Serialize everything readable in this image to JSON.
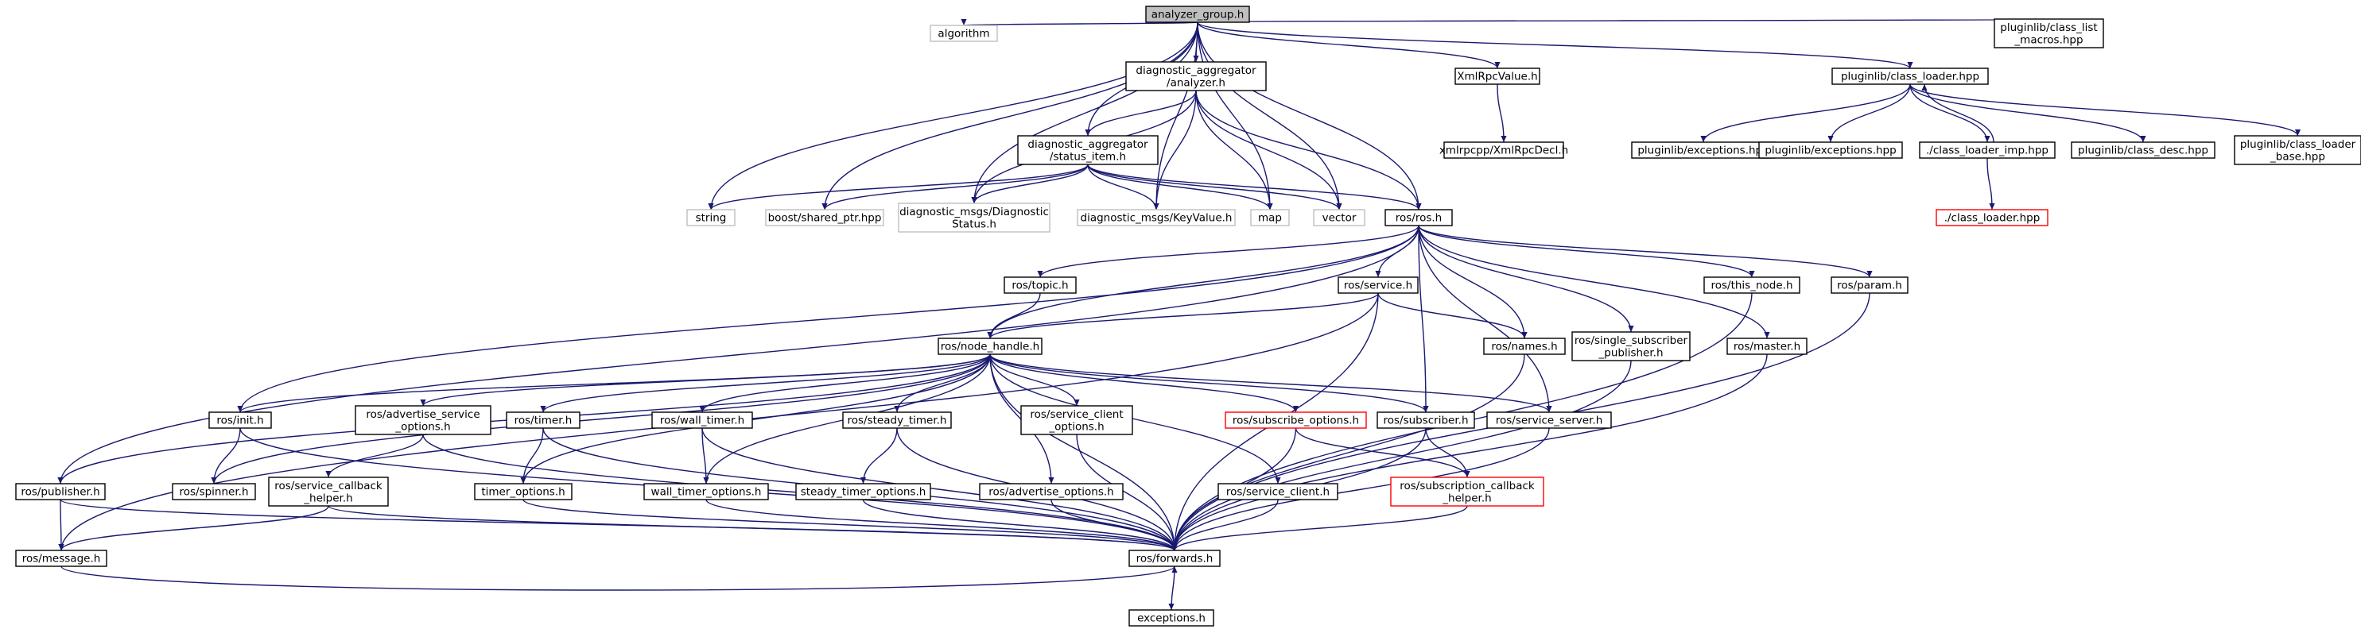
{
  "colors": {
    "edge": "#191970",
    "node_border": "#000000",
    "missing_border": "#bfbfbf",
    "truncated_border": "#ff0000",
    "root_fill": "#bfbfbf",
    "node_fill": "#ffffff"
  },
  "nodes": [
    {
      "id": "analyzer_group",
      "lines": [
        "analyzer_group.h"
      ],
      "kind": "root"
    },
    {
      "id": "class_list_macros",
      "lines": [
        "pluginlib/class_list",
        "_macros.hpp"
      ],
      "kind": "normal"
    },
    {
      "id": "algorithm",
      "lines": [
        "algorithm"
      ],
      "kind": "missing"
    },
    {
      "id": "da_analyzer",
      "lines": [
        "diagnostic_aggregator",
        "/analyzer.h"
      ],
      "kind": "normal"
    },
    {
      "id": "xmlrpcvalue",
      "lines": [
        "XmlRpcValue.h"
      ],
      "kind": "normal"
    },
    {
      "id": "class_loader_hpp",
      "lines": [
        "pluginlib/class_loader.hpp"
      ],
      "kind": "normal"
    },
    {
      "id": "da_status_item",
      "lines": [
        "diagnostic_aggregator",
        "/status_item.h"
      ],
      "kind": "normal"
    },
    {
      "id": "xmlrpcdecl",
      "lines": [
        "xmlrpcpp/XmlRpcDecl.h"
      ],
      "kind": "normal"
    },
    {
      "id": "pl_exceptions1",
      "lines": [
        "pluginlib/exceptions.hpp"
      ],
      "kind": "normal"
    },
    {
      "id": "pl_exceptions2",
      "lines": [
        "pluginlib/exceptions.hpp"
      ],
      "kind": "normal"
    },
    {
      "id": "class_loader_imp",
      "lines": [
        "./class_loader_imp.hpp"
      ],
      "kind": "normal"
    },
    {
      "id": "class_desc",
      "lines": [
        "pluginlib/class_desc.hpp"
      ],
      "kind": "normal"
    },
    {
      "id": "class_loader_base",
      "lines": [
        "pluginlib/class_loader",
        "_base.hpp"
      ],
      "kind": "normal"
    },
    {
      "id": "string",
      "lines": [
        "string"
      ],
      "kind": "missing"
    },
    {
      "id": "shared_ptr",
      "lines": [
        "boost/shared_ptr.hpp"
      ],
      "kind": "missing"
    },
    {
      "id": "diag_status",
      "lines": [
        "diagnostic_msgs/Diagnostic",
        "Status.h"
      ],
      "kind": "missing"
    },
    {
      "id": "keyvalue",
      "lines": [
        "diagnostic_msgs/KeyValue.h"
      ],
      "kind": "missing"
    },
    {
      "id": "map",
      "lines": [
        "map"
      ],
      "kind": "missing"
    },
    {
      "id": "vector",
      "lines": [
        "vector"
      ],
      "kind": "missing"
    },
    {
      "id": "ros_ros",
      "lines": [
        "ros/ros.h"
      ],
      "kind": "normal"
    },
    {
      "id": "class_loader_h",
      "lines": [
        "./class_loader.hpp"
      ],
      "kind": "truncated"
    },
    {
      "id": "ros_topic",
      "lines": [
        "ros/topic.h"
      ],
      "kind": "normal"
    },
    {
      "id": "ros_service",
      "lines": [
        "ros/service.h"
      ],
      "kind": "normal"
    },
    {
      "id": "ros_this_node",
      "lines": [
        "ros/this_node.h"
      ],
      "kind": "normal"
    },
    {
      "id": "ros_param",
      "lines": [
        "ros/param.h"
      ],
      "kind": "normal"
    },
    {
      "id": "ros_names",
      "lines": [
        "ros/names.h"
      ],
      "kind": "normal"
    },
    {
      "id": "ros_single_sub",
      "lines": [
        "ros/single_subscriber",
        "_publisher.h"
      ],
      "kind": "normal"
    },
    {
      "id": "ros_master",
      "lines": [
        "ros/master.h"
      ],
      "kind": "normal"
    },
    {
      "id": "ros_node_handle",
      "lines": [
        "ros/node_handle.h"
      ],
      "kind": "normal"
    },
    {
      "id": "ros_init",
      "lines": [
        "ros/init.h"
      ],
      "kind": "normal"
    },
    {
      "id": "ros_adv_srv_opt",
      "lines": [
        "ros/advertise_service",
        "_options.h"
      ],
      "kind": "normal"
    },
    {
      "id": "ros_timer",
      "lines": [
        "ros/timer.h"
      ],
      "kind": "normal"
    },
    {
      "id": "ros_wall_timer",
      "lines": [
        "ros/wall_timer.h"
      ],
      "kind": "normal"
    },
    {
      "id": "ros_steady_timer",
      "lines": [
        "ros/steady_timer.h"
      ],
      "kind": "normal"
    },
    {
      "id": "ros_srv_client_opt",
      "lines": [
        "ros/service_client",
        "_options.h"
      ],
      "kind": "normal"
    },
    {
      "id": "ros_sub_options",
      "lines": [
        "ros/subscribe_options.h"
      ],
      "kind": "truncated"
    },
    {
      "id": "ros_subscriber",
      "lines": [
        "ros/subscriber.h"
      ],
      "kind": "normal"
    },
    {
      "id": "ros_srv_server",
      "lines": [
        "ros/service_server.h"
      ],
      "kind": "normal"
    },
    {
      "id": "ros_publisher",
      "lines": [
        "ros/publisher.h"
      ],
      "kind": "normal"
    },
    {
      "id": "ros_spinner",
      "lines": [
        "ros/spinner.h"
      ],
      "kind": "normal"
    },
    {
      "id": "ros_srv_cb_helper",
      "lines": [
        "ros/service_callback",
        "_helper.h"
      ],
      "kind": "normal"
    },
    {
      "id": "timer_options",
      "lines": [
        "timer_options.h"
      ],
      "kind": "normal"
    },
    {
      "id": "wall_timer_options",
      "lines": [
        "wall_timer_options.h"
      ],
      "kind": "normal"
    },
    {
      "id": "steady_timer_options",
      "lines": [
        "steady_timer_options.h"
      ],
      "kind": "normal"
    },
    {
      "id": "ros_adv_options",
      "lines": [
        "ros/advertise_options.h"
      ],
      "kind": "normal"
    },
    {
      "id": "ros_srv_client",
      "lines": [
        "ros/service_client.h"
      ],
      "kind": "normal"
    },
    {
      "id": "ros_sub_cb_helper",
      "lines": [
        "ros/subscription_callback",
        "_helper.h"
      ],
      "kind": "truncated"
    },
    {
      "id": "ros_message",
      "lines": [
        "ros/message.h"
      ],
      "kind": "normal"
    },
    {
      "id": "ros_forwards",
      "lines": [
        "ros/forwards.h"
      ],
      "kind": "normal"
    },
    {
      "id": "exceptions",
      "lines": [
        "exceptions.h"
      ],
      "kind": "normal"
    }
  ],
  "edges": [
    [
      "analyzer_group",
      "class_list_macros"
    ],
    [
      "analyzer_group",
      "algorithm"
    ],
    [
      "analyzer_group",
      "da_analyzer"
    ],
    [
      "analyzer_group",
      "xmlrpcvalue"
    ],
    [
      "analyzer_group",
      "class_loader_hpp"
    ],
    [
      "analyzer_group",
      "da_status_item"
    ],
    [
      "analyzer_group",
      "string"
    ],
    [
      "analyzer_group",
      "shared_ptr"
    ],
    [
      "analyzer_group",
      "diag_status"
    ],
    [
      "analyzer_group",
      "keyvalue"
    ],
    [
      "analyzer_group",
      "map"
    ],
    [
      "analyzer_group",
      "vector"
    ],
    [
      "analyzer_group",
      "ros_ros"
    ],
    [
      "da_analyzer",
      "da_status_item"
    ],
    [
      "da_analyzer",
      "diag_status"
    ],
    [
      "da_analyzer",
      "keyvalue"
    ],
    [
      "da_analyzer",
      "map"
    ],
    [
      "da_analyzer",
      "vector"
    ],
    [
      "da_analyzer",
      "ros_ros"
    ],
    [
      "xmlrpcvalue",
      "xmlrpcdecl"
    ],
    [
      "class_loader_hpp",
      "pl_exceptions1"
    ],
    [
      "class_loader_hpp",
      "pl_exceptions2"
    ],
    [
      "class_loader_hpp",
      "class_loader_imp"
    ],
    [
      "class_loader_hpp",
      "class_desc"
    ],
    [
      "class_loader_hpp",
      "class_loader_base"
    ],
    [
      "class_loader_imp",
      "class_loader_hpp"
    ],
    [
      "class_loader_imp",
      "class_loader_h"
    ],
    [
      "da_status_item",
      "string"
    ],
    [
      "da_status_item",
      "shared_ptr"
    ],
    [
      "da_status_item",
      "diag_status"
    ],
    [
      "da_status_item",
      "keyvalue"
    ],
    [
      "da_status_item",
      "map"
    ],
    [
      "da_status_item",
      "vector"
    ],
    [
      "da_status_item",
      "ros_ros"
    ],
    [
      "ros_ros",
      "ros_topic"
    ],
    [
      "ros_ros",
      "ros_service"
    ],
    [
      "ros_ros",
      "ros_this_node"
    ],
    [
      "ros_ros",
      "ros_param"
    ],
    [
      "ros_ros",
      "ros_names"
    ],
    [
      "ros_ros",
      "ros_single_sub"
    ],
    [
      "ros_ros",
      "ros_master"
    ],
    [
      "ros_ros",
      "ros_node_handle"
    ],
    [
      "ros_ros",
      "ros_init"
    ],
    [
      "ros_ros",
      "ros_publisher"
    ],
    [
      "ros_ros",
      "ros_subscriber"
    ],
    [
      "ros_ros",
      "ros_srv_server"
    ],
    [
      "ros_topic",
      "ros_node_handle"
    ],
    [
      "ros_service",
      "ros_node_handle"
    ],
    [
      "ros_service",
      "ros_names"
    ],
    [
      "ros_service",
      "ros_message"
    ],
    [
      "ros_service",
      "ros_forwards"
    ],
    [
      "ros_node_handle",
      "ros_init"
    ],
    [
      "ros_node_handle",
      "ros_adv_srv_opt"
    ],
    [
      "ros_node_handle",
      "ros_timer"
    ],
    [
      "ros_node_handle",
      "ros_wall_timer"
    ],
    [
      "ros_node_handle",
      "ros_steady_timer"
    ],
    [
      "ros_node_handle",
      "ros_srv_client_opt"
    ],
    [
      "ros_node_handle",
      "ros_sub_options"
    ],
    [
      "ros_node_handle",
      "ros_subscriber"
    ],
    [
      "ros_node_handle",
      "ros_srv_server"
    ],
    [
      "ros_node_handle",
      "ros_publisher"
    ],
    [
      "ros_node_handle",
      "ros_spinner"
    ],
    [
      "ros_node_handle",
      "timer_options"
    ],
    [
      "ros_node_handle",
      "wall_timer_options"
    ],
    [
      "ros_node_handle",
      "ros_adv_options"
    ],
    [
      "ros_node_handle",
      "ros_srv_client"
    ],
    [
      "ros_node_handle",
      "ros_forwards"
    ],
    [
      "ros_init",
      "ros_spinner"
    ],
    [
      "ros_init",
      "ros_forwards"
    ],
    [
      "ros_adv_srv_opt",
      "ros_srv_cb_helper"
    ],
    [
      "ros_adv_srv_opt",
      "ros_forwards"
    ],
    [
      "ros_timer",
      "timer_options"
    ],
    [
      "ros_timer",
      "ros_forwards"
    ],
    [
      "ros_wall_timer",
      "wall_timer_options"
    ],
    [
      "ros_wall_timer",
      "ros_forwards"
    ],
    [
      "ros_steady_timer",
      "steady_timer_options"
    ],
    [
      "ros_steady_timer",
      "ros_forwards"
    ],
    [
      "ros_srv_client_opt",
      "ros_forwards"
    ],
    [
      "ros_sub_options",
      "ros_sub_cb_helper"
    ],
    [
      "ros_sub_options",
      "ros_forwards"
    ],
    [
      "ros_subscriber",
      "ros_sub_cb_helper"
    ],
    [
      "ros_subscriber",
      "ros_forwards"
    ],
    [
      "ros_srv_server",
      "ros_forwards"
    ],
    [
      "ros_publisher",
      "ros_message"
    ],
    [
      "ros_publisher",
      "ros_forwards"
    ],
    [
      "ros_srv_cb_helper",
      "ros_message"
    ],
    [
      "ros_srv_cb_helper",
      "ros_forwards"
    ],
    [
      "timer_options",
      "ros_forwards"
    ],
    [
      "wall_timer_options",
      "ros_forwards"
    ],
    [
      "steady_timer_options",
      "ros_forwards"
    ],
    [
      "ros_adv_options",
      "ros_forwards"
    ],
    [
      "ros_srv_client",
      "ros_forwards"
    ],
    [
      "ros_sub_cb_helper",
      "ros_forwards"
    ],
    [
      "ros_names",
      "ros_forwards"
    ],
    [
      "ros_single_sub",
      "ros_forwards"
    ],
    [
      "ros_master",
      "ros_forwards"
    ],
    [
      "ros_this_node",
      "ros_forwards"
    ],
    [
      "ros_param",
      "ros_forwards"
    ],
    [
      "ros_message",
      "ros_forwards"
    ],
    [
      "ros_forwards",
      "exceptions"
    ]
  ]
}
